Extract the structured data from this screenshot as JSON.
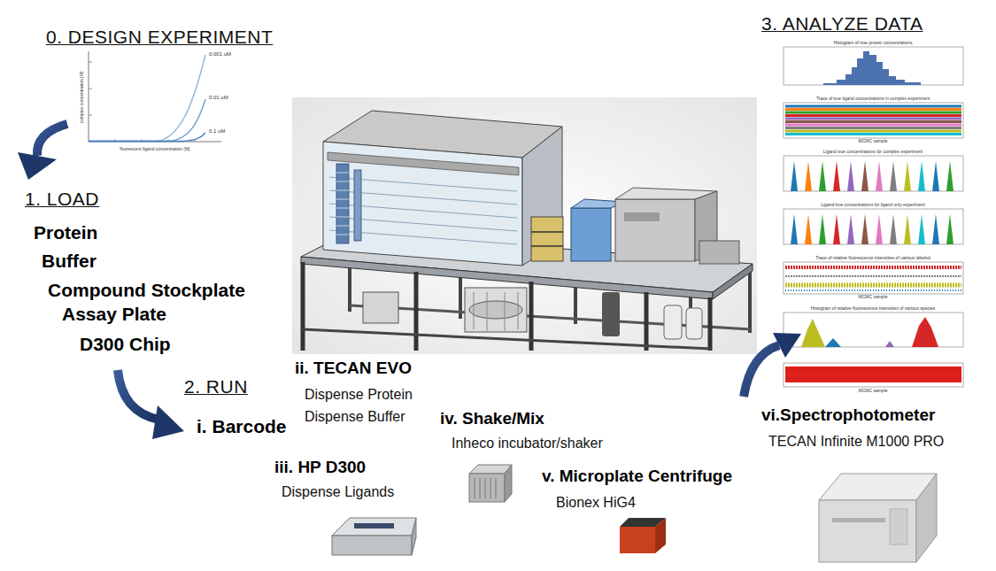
{
  "diagram": {
    "labels": [
      "0. DESIGN EXPERIMENT",
      "1. LOAD",
      "Protein",
      "Buffer",
      "Compound Stockplate",
      "Assay Plate",
      "D300 Chip",
      "2. RUN",
      "i. Barcode",
      "ii. TECAN EVO",
      "Dispense Protein",
      "Dispense Buffer",
      "iii. HP D300",
      "Dispense Ligands",
      "iv. Shake/Mix",
      "Inheco incubator/shaker",
      "v. Microplate Centrifuge",
      "Bionex HiG4",
      "vi.Spectrophotometer",
      "TECAN Infinite M1000 PRO",
      "3. ANALYZE DATA",
      "0.001 uM",
      "0.01 uM",
      "0.1 uM",
      "fluorescent ligand concentration (M)",
      "complex concentration (M)",
      "Histogram of true protein concentrations",
      "Trace of true ligand concentrations in complex experiment",
      "Ligand true concentrations for complex experiment",
      "Ligand true concentrations for ligand only experiment",
      "Trace of relative fluorescence intensities of various labeled",
      "Histogram of relative fluorescence intensities of various species",
      "MCMC sample",
      "MCMC sample",
      "MCMC sample"
    ]
  }
}
